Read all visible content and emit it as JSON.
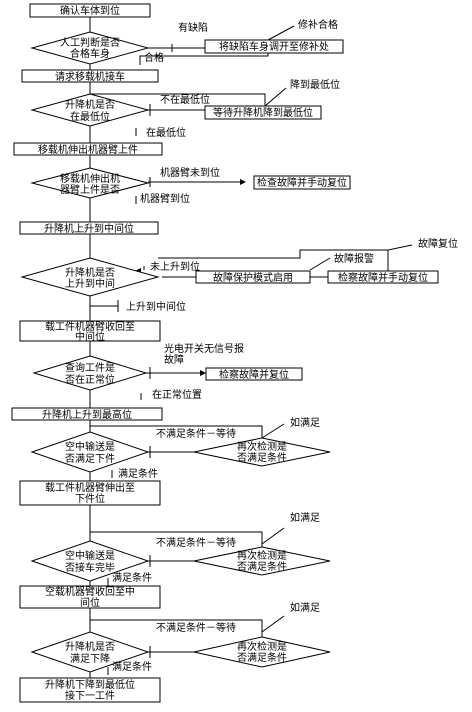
{
  "flow": {
    "s1": "确认车体到位",
    "d1": [
      "人工判断是否",
      "合格车身"
    ],
    "l_defect": "有缺陷",
    "l_ok": "合格",
    "r1": "将缺陷车身调开至修补处",
    "n_repair": "修补合格",
    "s2": "请求移载机接车",
    "d2": [
      "升降机是否",
      "在最低位"
    ],
    "l_notlow": "不在最低位",
    "r2": "等待升降机降到最低位",
    "n_lowered": "降到最低位",
    "l_atlow": "在最低位",
    "s3": "移载机伸出机器臂上件",
    "d3": [
      "移载机伸出机",
      "器臂上件是否"
    ],
    "l_arm_not": "机器臂未到位",
    "r3": "检查故障并手动复位",
    "l_arm_ok": "机器臂到位",
    "s4": "升降机上升到中间位",
    "d4": [
      "升降机是否",
      "上升到中间"
    ],
    "l_notmid": "未上升到位",
    "r4": "故障保护模式启用",
    "n_alarm": "故障报警",
    "r4b": "检察故障并手动复位",
    "n_fault_reset": "故障复位",
    "l_mid_ok": "上升到中间位",
    "s5": [
      "载工件机器臂收回至",
      "中间位"
    ],
    "d5": [
      "查询工件是",
      "否在正常位"
    ],
    "l_sensor": [
      "光电开关无信号报",
      "故障"
    ],
    "r5": "检察故障并复位",
    "l_normal": "在正常位置",
    "s6": "升降机上升到最高位",
    "d6": [
      "空中输送是",
      "否满足下件"
    ],
    "l_wait1": "不满足条件－等待",
    "r6": [
      "再次检测是",
      "否满足条件"
    ],
    "n_ok1": "如满足",
    "l_meet1": "满足条件",
    "s7": [
      "载工件机器臂伸出至",
      "下件位"
    ],
    "d7": [
      "空中输送是",
      "否接车完毕"
    ],
    "l_wait2": "不满足条件－等待",
    "r7": [
      "再次检测是",
      "否满足条件"
    ],
    "n_ok2": "如满足",
    "l_meet2": "满足条件",
    "s8": [
      "空载机器臂收回至中",
      "间位"
    ],
    "d8": [
      "升降机是否",
      "满足下降"
    ],
    "l_wait3": "不满足条件－等待",
    "r8": [
      "再次检测是",
      "否满足条件"
    ],
    "n_ok3": "如满足",
    "l_meet3": "满足条件",
    "s9": [
      "升降机下降到最低位",
      "接下一工件"
    ]
  }
}
